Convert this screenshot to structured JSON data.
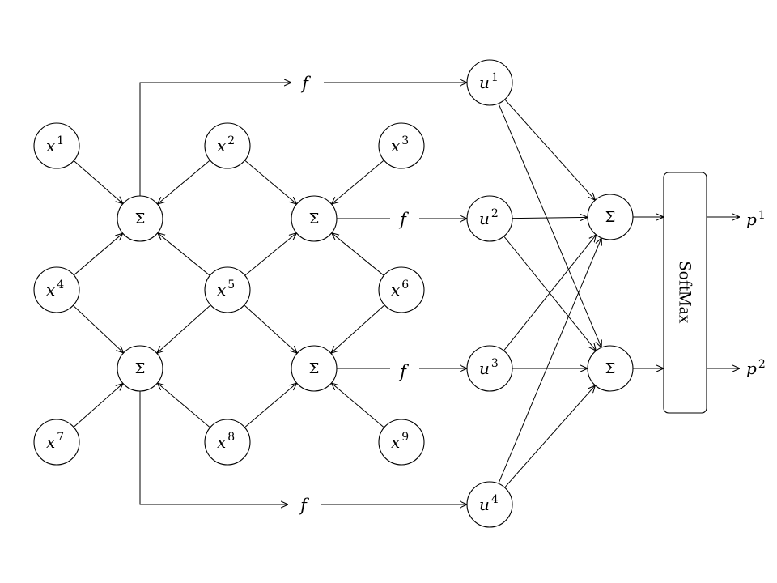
{
  "inputs": [
    {
      "base": "x",
      "sup": "1"
    },
    {
      "base": "x",
      "sup": "2"
    },
    {
      "base": "x",
      "sup": "3"
    },
    {
      "base": "x",
      "sup": "4"
    },
    {
      "base": "x",
      "sup": "5"
    },
    {
      "base": "x",
      "sup": "6"
    },
    {
      "base": "x",
      "sup": "7"
    },
    {
      "base": "x",
      "sup": "8"
    },
    {
      "base": "x",
      "sup": "9"
    }
  ],
  "conv_sum_symbol": "Σ",
  "activation_label": "f",
  "hidden": [
    {
      "base": "u",
      "sup": "1"
    },
    {
      "base": "u",
      "sup": "2"
    },
    {
      "base": "u",
      "sup": "3"
    },
    {
      "base": "u",
      "sup": "4"
    }
  ],
  "output_sum_symbol": "Σ",
  "softmax_label": "SoftMax",
  "outputs": [
    {
      "base": "p",
      "sup": "1"
    },
    {
      "base": "p",
      "sup": "2"
    }
  ]
}
